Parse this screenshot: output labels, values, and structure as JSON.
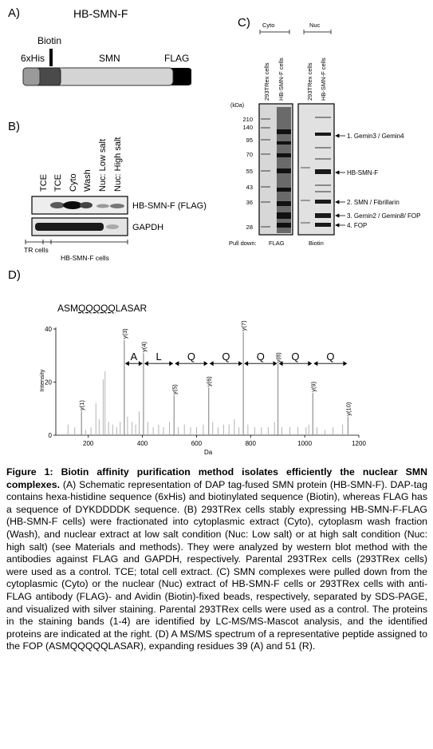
{
  "panelA": {
    "label": "A)",
    "construct": "HB-SMN-F",
    "tag_6xhis": "6xHis",
    "tag_biotin": "Biotin",
    "tag_smn": "SMN",
    "tag_flag": "FLAG"
  },
  "panelB": {
    "label": "B)",
    "lanes": [
      "TCE",
      "TCE",
      "Cyto",
      "Wash",
      "Nuc: Low salt",
      "Nuc: High salt"
    ],
    "band1": "HB-SMN-F (FLAG)",
    "band2": "GAPDH",
    "group1": "TR cells",
    "group2": "HB-SMN-F cells"
  },
  "panelC": {
    "label": "C)",
    "fraction1": "Cyto",
    "fraction2": "Nuc",
    "lanes": [
      "293TRex cells",
      "HB-SMN-F cells",
      "293TRex cells",
      "HB-SMN-F cells"
    ],
    "kda_label": "(kDa)",
    "markers": [
      "210",
      "140",
      "95",
      "70",
      "55",
      "43",
      "36",
      "28"
    ],
    "bands": [
      "1. Gemin3 / Gemin4",
      "HB-SMN-F",
      "2. SMN / Fibrillarin",
      "3. Gemin2 / Gemin8/ FOP",
      "4. FOP"
    ],
    "pulldown_label": "Pull down:",
    "pulldown1": "FLAG",
    "pulldown2": "Biotin"
  },
  "panelD": {
    "label": "D)",
    "peptide": "ASMQQQQQLASAR",
    "ylabel": "Intensity",
    "xlabel": "Da",
    "xticks": [
      "200",
      "400",
      "600",
      "800",
      "1000",
      "1200"
    ],
    "yticks": [
      "0",
      "20",
      "40"
    ],
    "ions": [
      "y(1)",
      "y(3)",
      "y(4)",
      "y(5)",
      "y(6)",
      "y(7)",
      "y(8)",
      "y(9)",
      "y(10)"
    ],
    "residues": [
      "A",
      "L",
      "Q",
      "Q",
      "Q",
      "Q",
      "Q"
    ]
  },
  "chart_data": {
    "type": "bar",
    "xlabel": "Da",
    "ylabel": "Intensity",
    "xlim": [
      80,
      1200
    ],
    "ylim": [
      0,
      40
    ],
    "labeled_peaks": [
      {
        "label": "y(1)",
        "x": 175,
        "y": 9
      },
      {
        "label": "y(3)",
        "x": 333,
        "y": 36
      },
      {
        "label": "y(4)",
        "x": 404,
        "y": 31
      },
      {
        "label": "y(5)",
        "x": 517,
        "y": 15
      },
      {
        "label": "y(6)",
        "x": 645,
        "y": 18
      },
      {
        "label": "y(7)",
        "x": 773,
        "y": 39
      },
      {
        "label": "y(8)",
        "x": 901,
        "y": 27
      },
      {
        "label": "y(9)",
        "x": 1030,
        "y": 16
      },
      {
        "label": "y(10)",
        "x": 1160,
        "y": 7
      }
    ],
    "other_peaks": [
      {
        "x": 125,
        "y": 4
      },
      {
        "x": 150,
        "y": 3
      },
      {
        "x": 190,
        "y": 2
      },
      {
        "x": 210,
        "y": 3
      },
      {
        "x": 228,
        "y": 12
      },
      {
        "x": 240,
        "y": 6
      },
      {
        "x": 255,
        "y": 21
      },
      {
        "x": 262,
        "y": 24
      },
      {
        "x": 275,
        "y": 5
      },
      {
        "x": 290,
        "y": 4
      },
      {
        "x": 305,
        "y": 3
      },
      {
        "x": 318,
        "y": 5
      },
      {
        "x": 345,
        "y": 7
      },
      {
        "x": 362,
        "y": 5
      },
      {
        "x": 375,
        "y": 4
      },
      {
        "x": 388,
        "y": 9
      },
      {
        "x": 420,
        "y": 5
      },
      {
        "x": 440,
        "y": 3
      },
      {
        "x": 460,
        "y": 4
      },
      {
        "x": 478,
        "y": 3
      },
      {
        "x": 500,
        "y": 5
      },
      {
        "x": 532,
        "y": 3
      },
      {
        "x": 555,
        "y": 4
      },
      {
        "x": 578,
        "y": 3
      },
      {
        "x": 600,
        "y": 3
      },
      {
        "x": 625,
        "y": 4
      },
      {
        "x": 660,
        "y": 5
      },
      {
        "x": 680,
        "y": 3
      },
      {
        "x": 700,
        "y": 4
      },
      {
        "x": 720,
        "y": 4
      },
      {
        "x": 740,
        "y": 6
      },
      {
        "x": 757,
        "y": 3
      },
      {
        "x": 790,
        "y": 4
      },
      {
        "x": 815,
        "y": 3
      },
      {
        "x": 840,
        "y": 3
      },
      {
        "x": 865,
        "y": 3
      },
      {
        "x": 888,
        "y": 5
      },
      {
        "x": 915,
        "y": 3
      },
      {
        "x": 945,
        "y": 3
      },
      {
        "x": 975,
        "y": 3
      },
      {
        "x": 1005,
        "y": 3
      },
      {
        "x": 1015,
        "y": 4
      },
      {
        "x": 1045,
        "y": 3
      },
      {
        "x": 1075,
        "y": 2
      },
      {
        "x": 1105,
        "y": 3
      },
      {
        "x": 1140,
        "y": 4
      }
    ]
  },
  "caption": {
    "title": "Figure 1: Biotin affinity purification method isolates efficiently the nuclear SMN complexes.",
    "body": " (A) Schematic representation of DAP tag-fused SMN protein (HB-SMN-F). DAP-tag contains hexa-histidine sequence (6xHis) and biotinylated sequence (Biotin), whereas FLAG has a sequence of DYKDDDDK sequence. (B) 293TRex cells stably expressing HB-SMN-F-FLAG (HB-SMN-F cells) were fractionated into cytoplasmic extract (Cyto), cytoplasm wash fraction (Wash), and nuclear extract at low salt condition (Nuc: Low salt) or at high salt condition (Nuc: high salt) (see Materials and methods). They were analyzed by western blot method with the antibodies against FLAG and GAPDH, respectively. Parental 293TRex cells (293TRex cells) were used as a control. TCE; total cell extract. (C) SMN complexes were pulled down from the cytoplasmic (Cyto) or the nuclear (Nuc) extract of HB-SMN-F cells or 293TRex cells with anti-FLAG antibody (FLAG)- and Avidin (Biotin)-fixed beads, respectively, separated by SDS-PAGE, and visualized with silver staining. Parental 293TRex cells were used as a control. The proteins in the staining bands (1-4) are identified by LC-MS/MS-Mascot analysis, and the identified proteins are indicated at the right. (D) A MS/MS spectrum of a representative peptide assigned to the FOP (ASMQQQQQLASAR), expanding residues 39 (A) and 51 (R)."
  }
}
